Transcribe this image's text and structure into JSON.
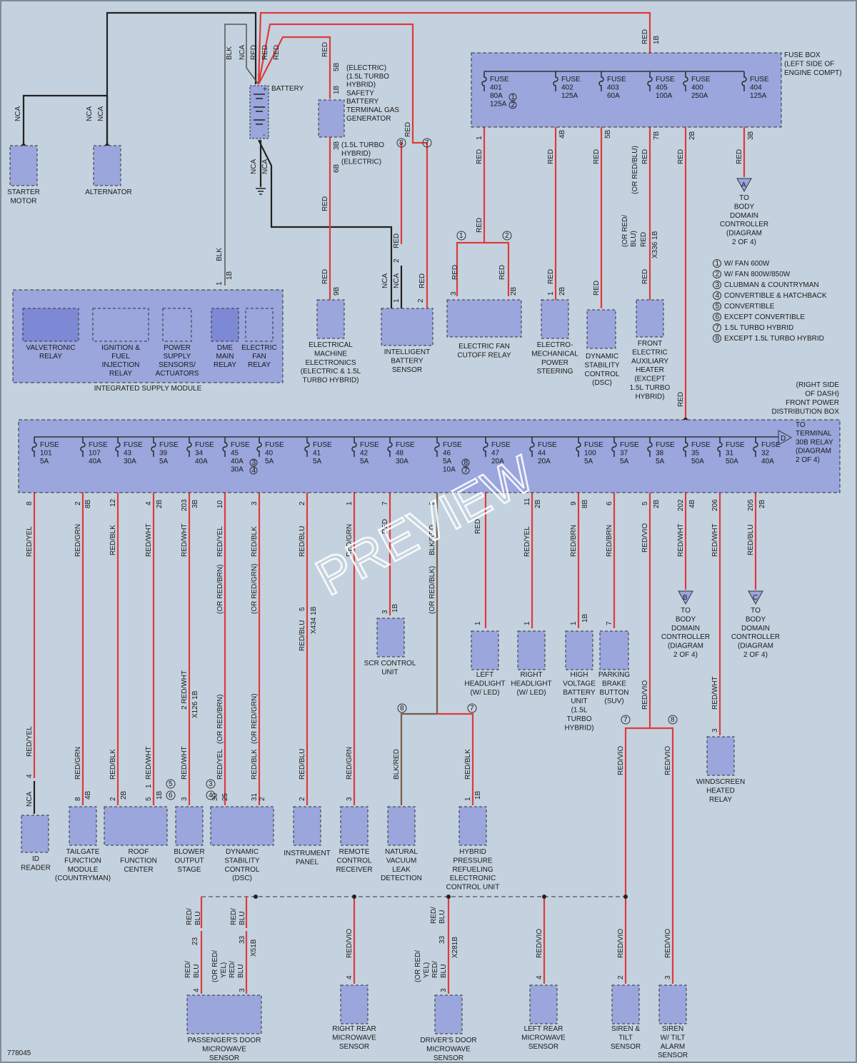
{
  "meta": {
    "diagram_number": "778045",
    "watermark": "PREVIEW"
  },
  "colors": {
    "background": "#c4d2df",
    "box": "#9aa6dc",
    "box_dark": "#7d89d4",
    "red_wire": "#e03a3a",
    "black_wire": "#222222",
    "brown_wire": "#7a5a48"
  },
  "fuse_box": {
    "title_lines": [
      "FUSE BOX",
      "(LEFT SIDE OF",
      "ENGINE COMPT)"
    ],
    "fuses": [
      {
        "lines": [
          "FUSE",
          "401",
          "80A",
          "125A"
        ],
        "notes": [
          "1",
          "2"
        ]
      },
      {
        "lines": [
          "FUSE",
          "402",
          "125A"
        ]
      },
      {
        "lines": [
          "FUSE",
          "403",
          "60A"
        ]
      },
      {
        "lines": [
          "FUSE",
          "405",
          "100A"
        ]
      },
      {
        "lines": [
          "FUSE",
          "400",
          "250A"
        ]
      },
      {
        "lines": [
          "FUSE",
          "404",
          "125A"
        ]
      }
    ]
  },
  "dist_box": {
    "title_lines": [
      "(RIGHT SIDE",
      "OF DASH)",
      "FRONT POWER",
      "DISTRIBUTION BOX"
    ],
    "terminal_lines": [
      "TO",
      "TERMINAL",
      "30B RELAY",
      "(DIAGRAM",
      "2 OF 4)"
    ],
    "terminal_marker": "D",
    "fuses": [
      {
        "lines": [
          "FUSE",
          "101",
          "5A"
        ]
      },
      {
        "lines": [
          "FUSE",
          "107",
          "40A"
        ]
      },
      {
        "lines": [
          "FUSE",
          "43",
          "30A"
        ]
      },
      {
        "lines": [
          "FUSE",
          "39",
          "5A"
        ]
      },
      {
        "lines": [
          "FUSE",
          "34",
          "40A"
        ]
      },
      {
        "lines": [
          "FUSE",
          "45",
          "40A",
          "30A"
        ],
        "notes": [
          "3",
          "4"
        ]
      },
      {
        "lines": [
          "FUSE",
          "40",
          "5A"
        ]
      },
      {
        "lines": [
          "FUSE",
          "41",
          "5A"
        ]
      },
      {
        "lines": [
          "FUSE",
          "42",
          "5A"
        ]
      },
      {
        "lines": [
          "FUSE",
          "48",
          "30A"
        ]
      },
      {
        "lines": [
          "FUSE",
          "46",
          "5A",
          "10A"
        ],
        "notes": [
          "8",
          "7"
        ]
      },
      {
        "lines": [
          "FUSE",
          "47",
          "20A"
        ]
      },
      {
        "lines": [
          "FUSE",
          "44",
          "20A"
        ]
      },
      {
        "lines": [
          "FUSE",
          "100",
          "5A"
        ]
      },
      {
        "lines": [
          "FUSE",
          "37",
          "5A"
        ]
      },
      {
        "lines": [
          "FUSE",
          "38",
          "5A"
        ]
      },
      {
        "lines": [
          "FUSE",
          "35",
          "50A"
        ]
      },
      {
        "lines": [
          "FUSE",
          "31",
          "50A"
        ]
      },
      {
        "lines": [
          "FUSE",
          "32",
          "40A"
        ]
      }
    ]
  },
  "legend": [
    {
      "num": "1",
      "text": "W/ FAN 600W"
    },
    {
      "num": "2",
      "text": "W/ FAN 800W/850W"
    },
    {
      "num": "3",
      "text": "CLUBMAN & COUNTRYMAN"
    },
    {
      "num": "4",
      "text": "CONVERTIBLE & HATCHBACK"
    },
    {
      "num": "5",
      "text": "CONVERTIBLE"
    },
    {
      "num": "6",
      "text": "EXCEPT CONVERTIBLE"
    },
    {
      "num": "7",
      "text": "1.5L TURBO HYBRID"
    },
    {
      "num": "8",
      "text": "EXCEPT 1.5L TURBO HYBRID"
    }
  ],
  "top_labels": {
    "starter_motor": [
      "STARTER",
      "MOTOR"
    ],
    "alternator": [
      "ALTERNATOR"
    ],
    "battery": "BATTERY",
    "sbt_lines": [
      "(ELECTRIC)",
      "(1.5L TURBO",
      "HYBRID)",
      "SAFETY",
      "BATTERY",
      "TERMINAL GAS",
      "GENERATOR"
    ],
    "sbt_lower": [
      "(1.5L TURBO",
      "HYBRID)",
      "(ELECTRIC)"
    ],
    "isb_module": "INTEGRATED SUPPLY MODULE",
    "isb_relays": [
      [
        "VALVETRONIC",
        "RELAY"
      ],
      [
        "IGNITION &",
        "FUEL",
        "INJECTION",
        "RELAY"
      ],
      [
        "POWER",
        "SUPPLY",
        "SENSORS/",
        "ACTUATORS"
      ],
      [
        "DME",
        "MAIN",
        "RELAY"
      ],
      [
        "ELECTRIC",
        "FAN",
        "RELAY"
      ]
    ],
    "eme": [
      "ELECTRICAL",
      "MACHINE",
      "ELECTRONICS",
      "(ELECTRIC & 1.5L",
      "TURBO HYBRID)"
    ],
    "ibs": [
      "INTELLIGENT",
      "BATTERY",
      "SENSOR"
    ],
    "fan_cutoff": [
      "ELECTRIC FAN",
      "CUTOFF RELAY"
    ],
    "eps": [
      "ELECTRO-",
      "MECHANICAL",
      "POWER",
      "STEERING"
    ],
    "dsc_top": [
      "DYNAMIC",
      "STABILITY",
      "CONTROL",
      "(DSC)"
    ],
    "heater": [
      "FRONT",
      "ELECTRIC",
      "AUXILIARY",
      "HEATER",
      "(EXCEPT",
      "1.5L TURBO",
      "HYBRID)"
    ],
    "bdc_a": [
      "TO",
      "BODY",
      "DOMAIN",
      "CONTROLLER",
      "(DIAGRAM",
      "2 OF 4)"
    ],
    "bdc_a_marker": "A"
  },
  "bottom_labels": {
    "scr": [
      "SCR CONTROL",
      "UNIT"
    ],
    "left_headlight": [
      "LEFT",
      "HEADLIGHT",
      "(W/ LED)"
    ],
    "right_headlight": [
      "RIGHT",
      "HEADLIGHT",
      "(W/ LED)"
    ],
    "hv_battery": [
      "HIGH",
      "VOLTAGE",
      "BATTERY",
      "UNIT",
      "(1.5L",
      "TURBO",
      "HYBRID)"
    ],
    "parking_brake": [
      "PARKING",
      "BRAKE",
      "BUTTON",
      "(SUV)"
    ],
    "bdc_b": [
      "TO",
      "BODY",
      "DOMAIN",
      "CONTROLLER",
      "(DIAGRAM",
      "2 OF 4)"
    ],
    "bdc_b_marker": "B",
    "bdc_c": [
      "TO",
      "BODY",
      "DOMAIN",
      "CONTROLLER",
      "(DIAGRAM",
      "2 OF 4)"
    ],
    "bdc_c_marker": "C",
    "windscreen": [
      "WINDSCREEN",
      "HEATED",
      "RELAY"
    ],
    "id_reader": [
      "ID",
      "READER"
    ],
    "tailgate": [
      "TAILGATE",
      "FUNCTION",
      "MODULE",
      "(COUNTRYMAN)"
    ],
    "roof": [
      "ROOF",
      "FUNCTION",
      "CENTER"
    ],
    "blower": [
      "BLOWER",
      "OUTPUT",
      "STAGE"
    ],
    "dsc_bottom": [
      "DYNAMIC",
      "STABILITY",
      "CONTROL",
      "(DSC)"
    ],
    "instrument": [
      "INSTRUMENT",
      "PANEL"
    ],
    "remote": [
      "REMOTE",
      "CONTROL",
      "RECEIVER"
    ],
    "vacuum": [
      "NATURAL",
      "VACUUM",
      "LEAK",
      "DETECTION"
    ],
    "hybrid_refuel": [
      "HYBRID",
      "PRESSURE",
      "REFUELING",
      "ELECTRONIC",
      "CONTROL UNIT"
    ],
    "pass_door": [
      "PASSENGER'S DOOR",
      "MICROWAVE",
      "SENSOR"
    ],
    "rr_micro": [
      "RIGHT REAR",
      "MICROWAVE",
      "SENSOR"
    ],
    "drv_door": [
      "DRIVER'S DOOR",
      "MICROWAVE",
      "SENSOR"
    ],
    "lr_micro": [
      "LEFT REAR",
      "MICROWAVE",
      "SENSOR"
    ],
    "siren_tilt": [
      "SIREN &",
      "TILT",
      "SENSOR"
    ],
    "siren_alarm": [
      "SIREN",
      "W/ TILT",
      "ALARM",
      "SENSOR"
    ]
  }
}
